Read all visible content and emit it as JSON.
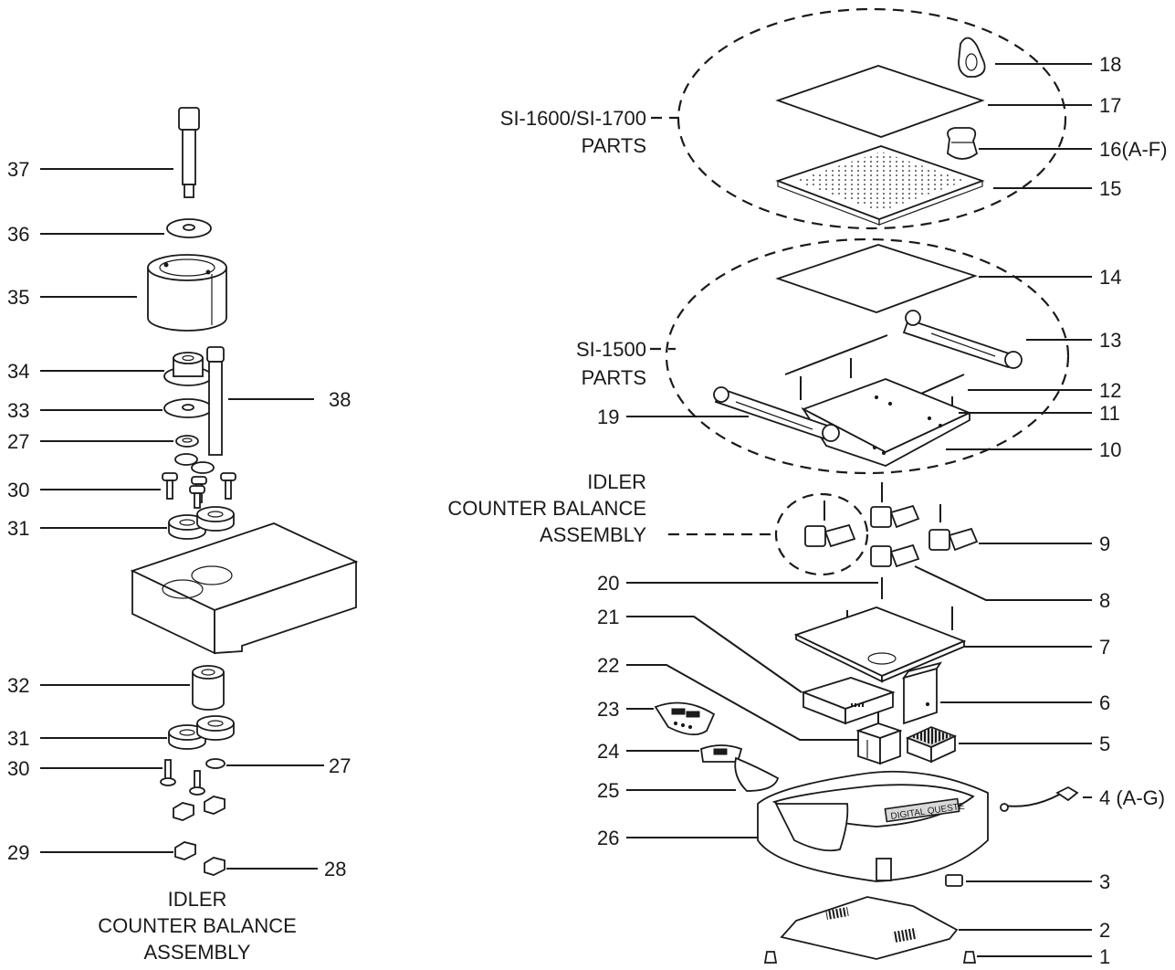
{
  "labels": {
    "n37": "37",
    "n36": "36",
    "n35": "35",
    "n34": "34",
    "n33": "33",
    "n27a": "27",
    "n30a": "30",
    "n31a": "31",
    "n38": "38",
    "n32": "32",
    "n31b": "31",
    "n30b": "30",
    "n27b": "27",
    "n29": "29",
    "n28": "28",
    "n18": "18",
    "n17": "17",
    "n16": "16(A-F)",
    "n15": "15",
    "n14": "14",
    "n13": "13",
    "n12": "12",
    "n11": "11",
    "n10": "10",
    "n19": "19",
    "n9": "9",
    "n8": "8",
    "n20": "20",
    "n7": "7",
    "n21": "21",
    "n6": "6",
    "n22": "22",
    "n5": "5",
    "n23": "23",
    "n24": "24",
    "n25": "25",
    "n4": "4 (A-G)",
    "n26": "26",
    "n3": "3",
    "n2": "2",
    "n1": "1"
  },
  "captions": {
    "si1600_line1": "SI-1600/SI-1700",
    "si1600_line2": "PARTS",
    "si1500_line1": "SI-1500",
    "si1500_line2": "PARTS",
    "idler_right_line1": "IDLER",
    "idler_right_line2": "COUNTER BALANCE",
    "idler_right_line3": "ASSEMBLY",
    "idler_left_line1": "IDLER",
    "idler_left_line2": "COUNTER BALANCE",
    "idler_left_line3": "ASSEMBLY"
  },
  "brand_text": "DIGITAL QUESTE"
}
